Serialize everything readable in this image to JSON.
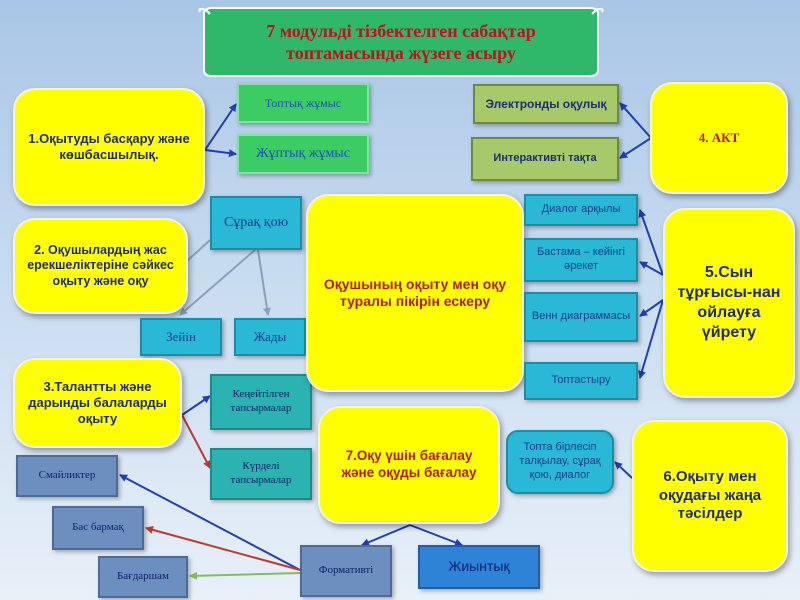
{
  "title": {
    "line1": "7 модульді тізбектелген сабақтар",
    "line2": "топтамасында жүзеге асыру"
  },
  "nodes": {
    "module1": "1.Оқытуды басқару және көшбасшылық.",
    "group_work": "Топтық жұмыс",
    "pair_work": "Жұптық жұмыс",
    "module2": "2. Оқушылардың жас ерекшеліктеріне сәйкес оқыту және оқу",
    "questioning": "Сұрақ қою",
    "attention": "Зейін",
    "memory": "Жады",
    "module3": "3.Талантты және дарынды балаларды оқыту",
    "extended_tasks": "Кеңейтілген тапсырмалар",
    "complex_tasks": "Күрделі тапсырмалар",
    "smileys": "Смайликтер",
    "thumb": "Бас бармақ",
    "traffic_light": "Бағдаршам",
    "formative": "Формативті",
    "summative": "Жиынтық",
    "module7": "7.Оқу үшін бағалау және оқуды бағалау",
    "center": "Оқушының оқыту мен оқу туралы пікірін ескеру",
    "e_textbook": "Электронды оқулық",
    "interactive_board": "Интерактивті тақта",
    "module4": "4. АКТ",
    "dialogue": "Диалог арқылы",
    "bastama": "Бастама – кейінгі әрекет",
    "venn": "Венн диаграммасы",
    "clustering": "Топтастыру",
    "module5": "5.Сын тұрғысы-нан ойлауға үйрету",
    "group_discussion": "Топта бірлесіп талқылау, сұрақ қою, диалог",
    "module6": "6.Оқыту мен оқудағы жаңа тәсілдер"
  },
  "colors": {
    "background": "#bcd3ec",
    "yellow": "#ffff00",
    "green": "#3bcd63",
    "title_red": "#c0121a",
    "arrow_blue": "#1f3fb5",
    "arrow_red": "#c0392b",
    "arrow_green": "#7fbf5a",
    "arrow_gray": "#8aa0b8"
  }
}
